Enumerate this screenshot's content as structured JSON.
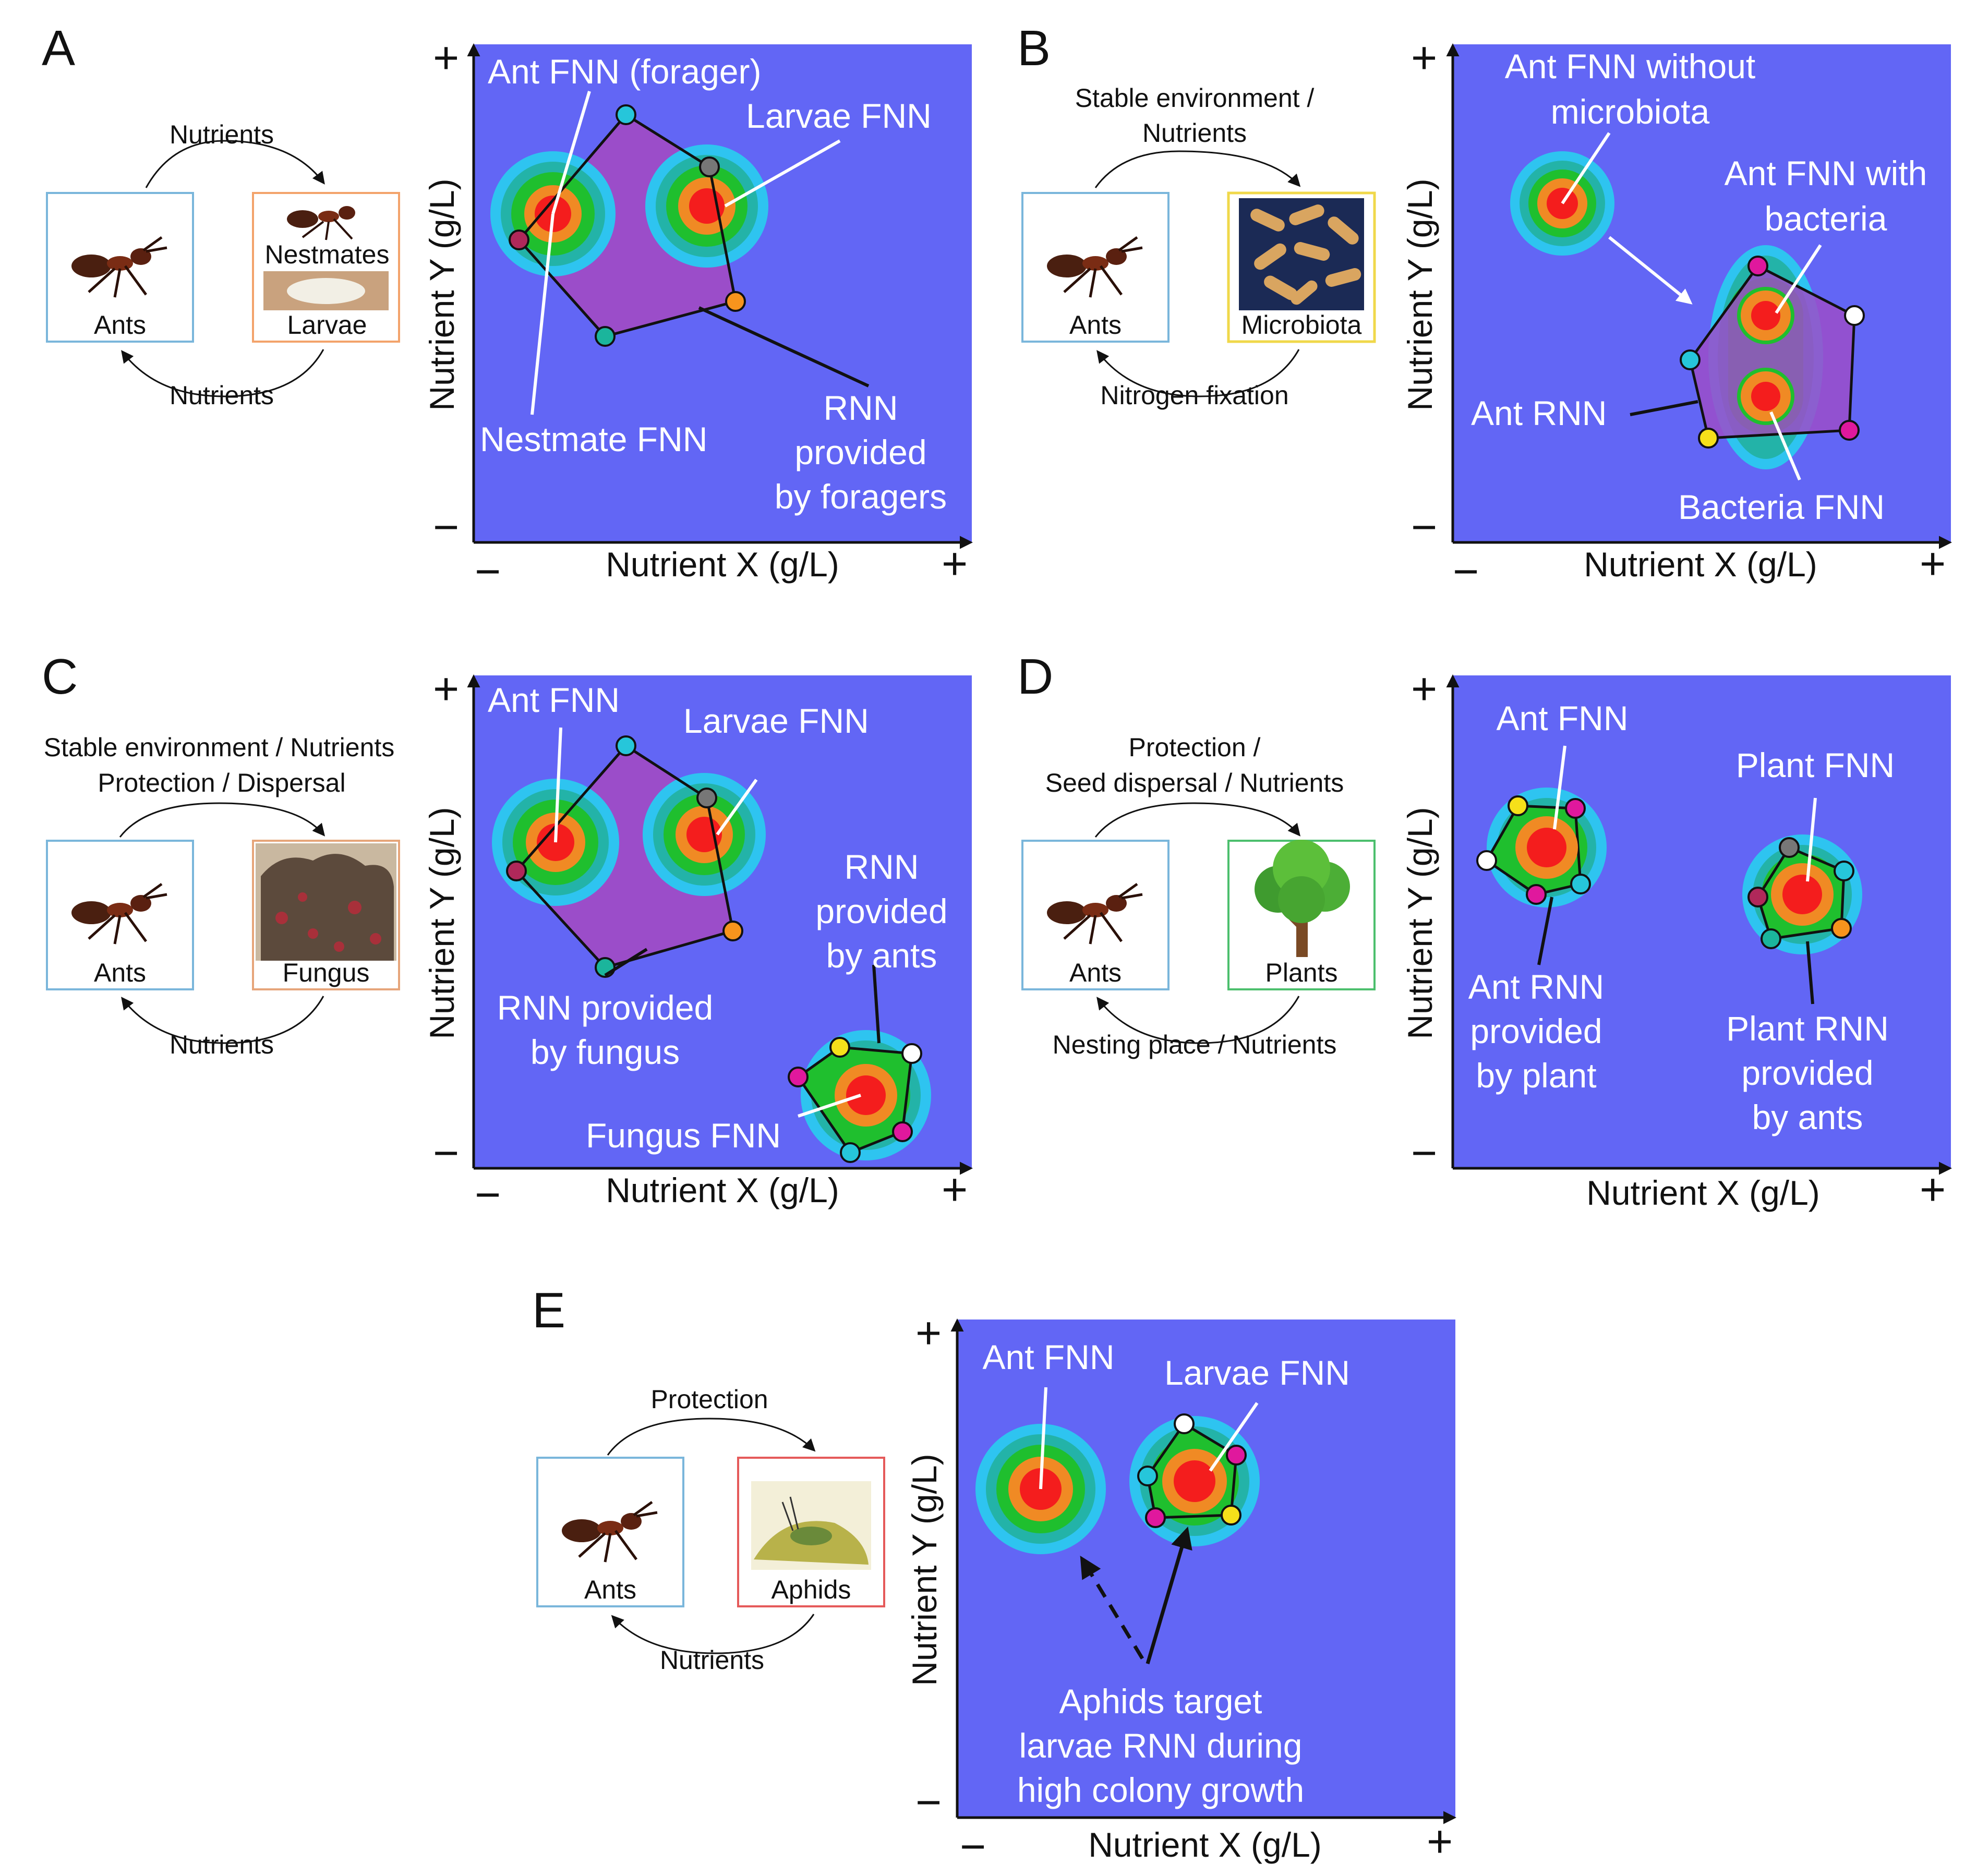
{
  "colors": {
    "plot_bg": "#6266f5",
    "rnn_fill": "#9b4dc9",
    "fnn_rings": [
      "#2ec4f0",
      "#23b3a8",
      "#1fbf2e",
      "#f08a24",
      "#f41d1d"
    ],
    "box_ants": "#7ab6db",
    "box_larvae": "#f3a36b",
    "box_microbiota": "#f0d84a",
    "box_fungus": "#e6a57a",
    "box_plants": "#4cbf6d",
    "box_aphids": "#e55a5a",
    "vertex_cyan": "#26c6da",
    "vertex_teal": "#1bb59c",
    "vertex_orange": "#f7941d",
    "vertex_grey": "#777777",
    "vertex_maroon": "#b0285a",
    "vertex_magenta": "#e0189d",
    "vertex_yellow": "#f6e01a",
    "vertex_white": "#ffffff"
  },
  "axes": {
    "x_label": "Nutrient X (g/L)",
    "y_label": "Nutrient Y (g/L)",
    "plus": "+",
    "minus": "−"
  },
  "panels": {
    "A": {
      "letter": "A",
      "top_arrow": "Nutrients",
      "bottom_arrow": "Nutrients",
      "left_box": "Ants",
      "right_box_top": "Nestmates",
      "right_box": "Larvae",
      "plot": {
        "ant_fnn": "Ant FNN (forager)",
        "larvae_fnn": "Larvae FNN",
        "nestmate_fnn": "Nestmate FNN",
        "rnn": [
          "RNN",
          "provided",
          "by foragers"
        ]
      }
    },
    "B": {
      "letter": "B",
      "top_arrow": [
        "Stable environment /",
        "Nutrients"
      ],
      "bottom_arrow": "Nitrogen fixation",
      "left_box": "Ants",
      "right_box": "Microbiota",
      "plot": {
        "ant_without": [
          "Ant FNN without",
          "microbiota"
        ],
        "ant_with": [
          "Ant FNN with",
          "bacteria"
        ],
        "ant_rnn": "Ant RNN",
        "bacteria_fnn": "Bacteria FNN"
      }
    },
    "C": {
      "letter": "C",
      "top_arrow": [
        "Stable environment / Nutrients",
        "Protection / Dispersal"
      ],
      "bottom_arrow": "Nutrients",
      "left_box": "Ants",
      "right_box": "Fungus",
      "plot": {
        "ant_fnn": "Ant FNN",
        "larvae_fnn": "Larvae FNN",
        "rnn_fungus": [
          "RNN provided",
          "by fungus"
        ],
        "rnn_ants": [
          "RNN",
          "provided",
          "by ants"
        ],
        "fungus_fnn": "Fungus FNN"
      }
    },
    "D": {
      "letter": "D",
      "top_arrow": [
        "Protection /",
        "Seed dispersal / Nutrients"
      ],
      "bottom_arrow": "Nesting place / Nutrients",
      "left_box": "Ants",
      "right_box": "Plants",
      "plot": {
        "ant_fnn": "Ant FNN",
        "plant_fnn": "Plant FNN",
        "ant_rnn": [
          "Ant RNN",
          "provided",
          "by plant"
        ],
        "plant_rnn": [
          "Plant RNN",
          "provided",
          "by ants"
        ]
      }
    },
    "E": {
      "letter": "E",
      "top_arrow": "Protection",
      "bottom_arrow": "Nutrients",
      "left_box": "Ants",
      "right_box": "Aphids",
      "plot": {
        "ant_fnn": "Ant FNN",
        "larvae_fnn": "Larvae FNN",
        "aphids": [
          "Aphids target",
          "larvae RNN during",
          "high colony growth"
        ]
      }
    }
  }
}
